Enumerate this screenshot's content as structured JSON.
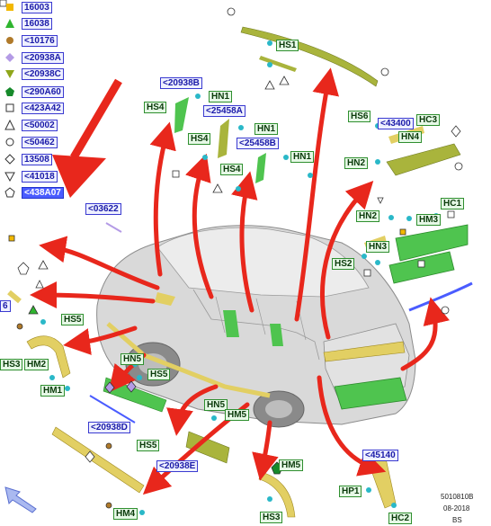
{
  "legend": [
    {
      "code": "16003",
      "symbol": "square-filled",
      "color": "#f2b800"
    },
    {
      "code": "16038",
      "symbol": "triangle-filled",
      "color": "#2fb52f"
    },
    {
      "code": "<10176",
      "symbol": "circle-filled",
      "color": "#b07a2a"
    },
    {
      "code": "<20938A",
      "symbol": "diamond-filled",
      "color": "#b49be6"
    },
    {
      "code": "<20938C",
      "symbol": "triangle-down-filled",
      "color": "#8fa61a"
    },
    {
      "code": "<290A60",
      "symbol": "pentagon-filled",
      "color": "#178a2b"
    },
    {
      "code": "<423A42",
      "symbol": "square-outline",
      "color": "#333333"
    },
    {
      "code": "<50002",
      "symbol": "triangle-outline",
      "color": "#333333"
    },
    {
      "code": "<50462",
      "symbol": "circle-outline",
      "color": "#333333"
    },
    {
      "code": "13508",
      "symbol": "diamond-outline",
      "color": "#333333"
    },
    {
      "code": "<41018",
      "symbol": "triangle-down-outline",
      "color": "#333333"
    },
    {
      "code": "<438A07",
      "symbol": "pentagon-outline",
      "color": "#333333",
      "highlighted": true
    }
  ],
  "callouts": {
    "hs1": "HS1",
    "p20938b": "<20938B",
    "hn1_a": "HN1",
    "hs4_a": "HS4",
    "p25458a": "<25458A",
    "hn1_b": "HN1",
    "hs4_b": "HS4",
    "p25458b": "<25458B",
    "hn1_c": "HN1",
    "hs4_c": "HS4",
    "hs6": "HS6",
    "p43400": "<43400",
    "hc3": "HC3",
    "hn4": "HN4",
    "hn2_a": "HN2",
    "hc1": "HC1",
    "hn2_b": "HN2",
    "hm3": "HM3",
    "hn3": "HN3",
    "hs2": "HS2",
    "p03622": "<03622",
    "num6": "6",
    "hs5_a": "HS5",
    "hs3_a": "HS3",
    "hm2": "HM2",
    "hn5_a": "HN5",
    "hs5_b": "HS5",
    "hm1": "HM1",
    "hn5_b": "HN5",
    "hm5_a": "HM5",
    "p20938d": "<20938D",
    "hs5_c": "HS5",
    "p20938e": "<20938E",
    "hm5_b": "HM5",
    "p45140": "<45140",
    "hp1": "HP1",
    "hm4": "HM4",
    "hs3_b": "HS3",
    "hc2": "HC2"
  },
  "footer": {
    "ref": "5010810B",
    "date": "08-2018",
    "initials": "BS"
  },
  "colors": {
    "arrow_red": "#e8271c",
    "part_yellow": "#e2cf63",
    "part_green": "#4fc44f",
    "part_olive": "#a9b43c",
    "car_body": "#d9d9d9",
    "clip_cyan": "#2ab8c8",
    "strip_blue": "#4a5cff"
  }
}
